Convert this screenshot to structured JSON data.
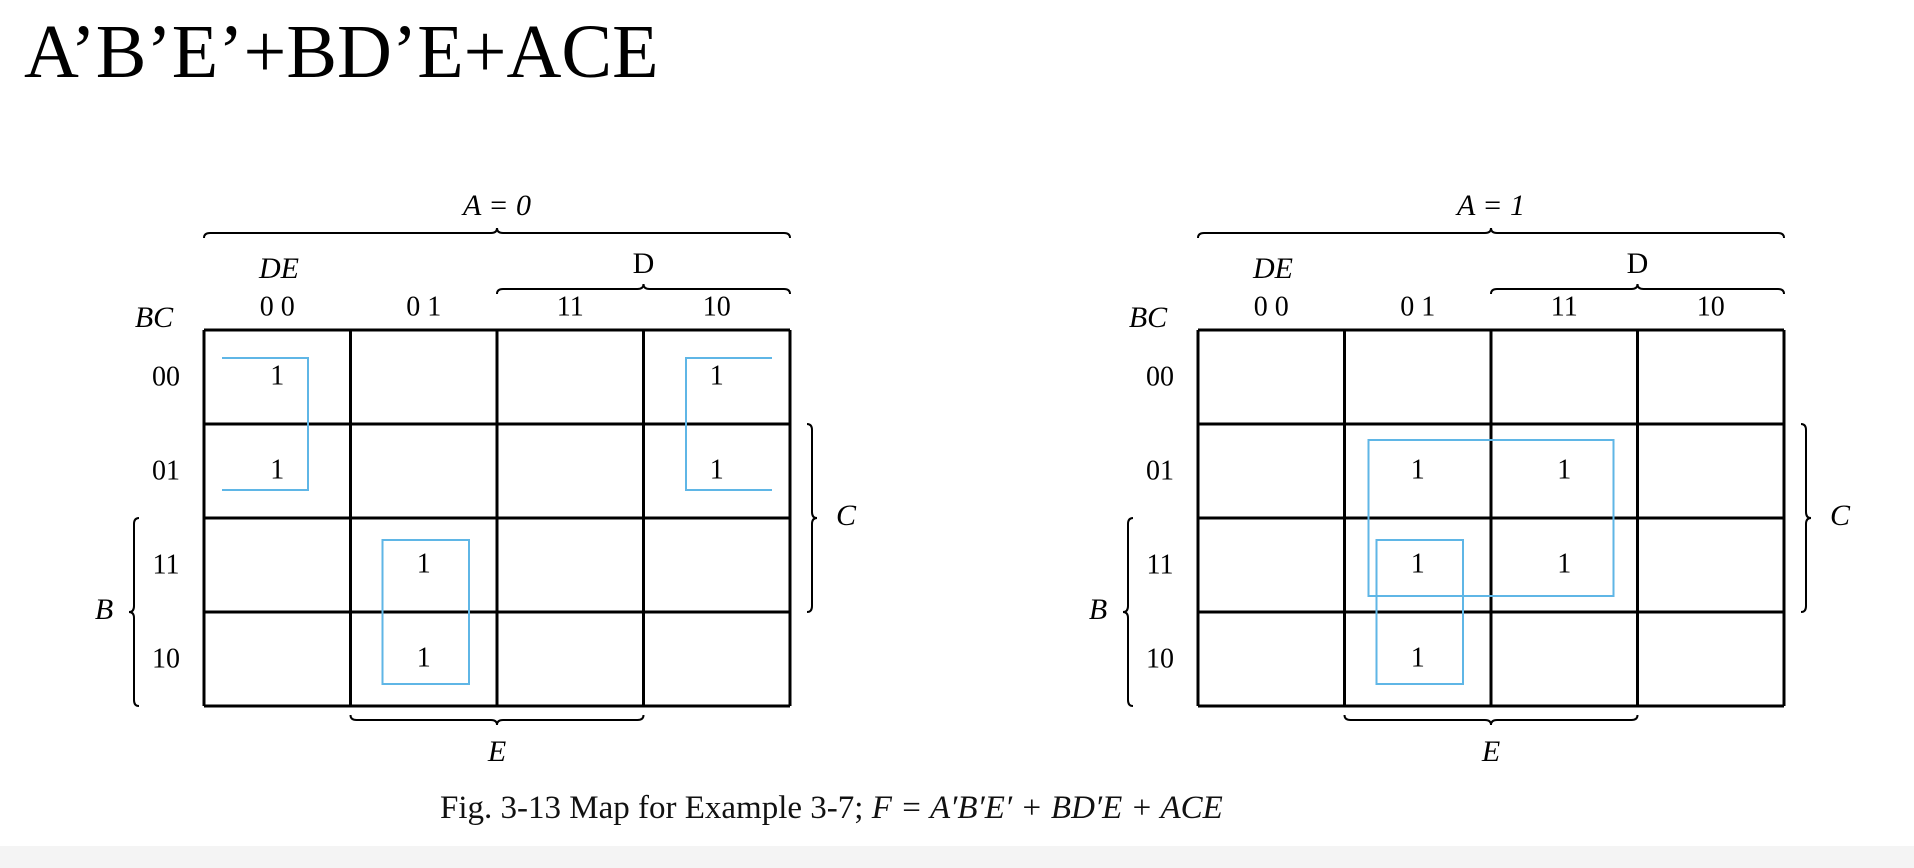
{
  "headline": "A’B’E’+BD’E+ACE",
  "caption": {
    "prefix": "Fig. 3-13  Map for Example 3-7; ",
    "formula": "F = A′B′E′ + BD′E  + ACE"
  },
  "colors": {
    "grid": "#000000",
    "group": "#5fb6e6"
  },
  "row_header": "BC",
  "col_header": "DE",
  "col_labels": [
    "0 0",
    "0 1",
    "11",
    "10"
  ],
  "row_labels": [
    "00",
    "01",
    "11",
    "10"
  ],
  "bracket_labels": {
    "D": "D",
    "E": "E",
    "B": "B",
    "C": "C"
  },
  "maps": [
    {
      "id": "a0",
      "title": "A = 0",
      "ones": [
        [
          0,
          0
        ],
        [
          1,
          0
        ],
        [
          0,
          3
        ],
        [
          1,
          3
        ],
        [
          2,
          1
        ],
        [
          3,
          1
        ]
      ],
      "groups": [
        {
          "term": "A'B'E'",
          "rows": [
            0,
            1
          ],
          "cols": [
            0
          ],
          "open": "left"
        },
        {
          "term": "A'B'E'",
          "rows": [
            0,
            1
          ],
          "cols": [
            3
          ],
          "open": "right"
        },
        {
          "term": "BD'E",
          "rows": [
            2,
            3
          ],
          "cols": [
            1
          ],
          "open": "none"
        }
      ]
    },
    {
      "id": "a1",
      "title": "A = 1",
      "ones": [
        [
          1,
          1
        ],
        [
          1,
          2
        ],
        [
          2,
          1
        ],
        [
          2,
          2
        ],
        [
          3,
          1
        ]
      ],
      "groups": [
        {
          "term": "ACE",
          "rows": [
            1,
            2
          ],
          "cols": [
            1,
            2
          ],
          "open": "none"
        },
        {
          "term": "BD'E",
          "rows": [
            2,
            3
          ],
          "cols": [
            1
          ],
          "open": "none"
        }
      ]
    }
  ]
}
